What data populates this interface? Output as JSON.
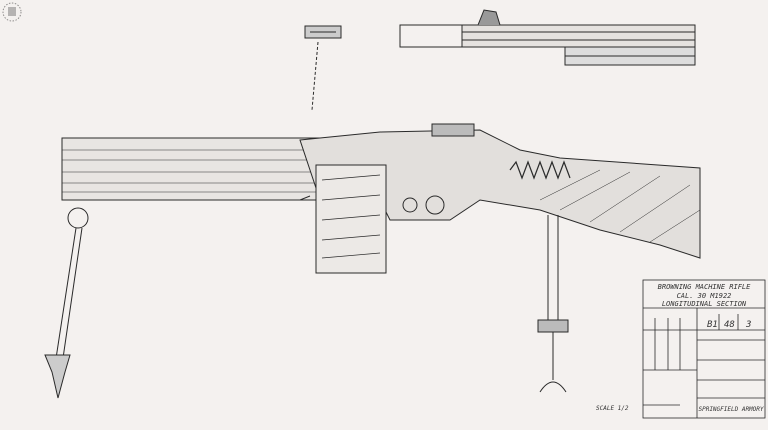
{
  "drawing": {
    "title_line1": "BROWNING MACHINE RIFLE",
    "title_line2": "CAL. 30 M1922",
    "title_line3": "LONGITUDINAL SECTION",
    "drawing_class": "B1",
    "drawing_number": "48",
    "sheet": "3",
    "armory": "SPRINGFIELD ARMORY",
    "scale": "SCALE 1/2",
    "ink_color": "#2a2a2a",
    "paper_color": "#f4f1ef"
  }
}
